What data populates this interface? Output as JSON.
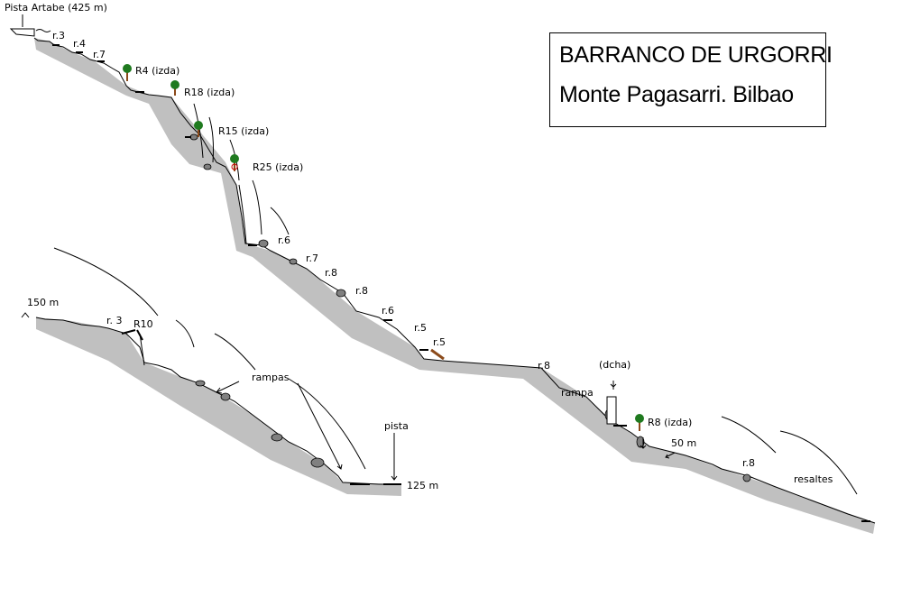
{
  "title": {
    "line1": "BARRANCO DE URGORRI",
    "line2": "Monte Pagasarri. Bilbao"
  },
  "colors": {
    "terrain": "#c0c0c0",
    "line": "#000000",
    "tree_canopy": "#1f7a1f",
    "trunk": "#8b4a1a"
  },
  "labels": {
    "start": "Pista Artabe  (425 m)",
    "r3a": "r.3",
    "r4": "r.4",
    "r7a": "r.7",
    "R4": "R4 (izda)",
    "R18": "R18 (izda)",
    "R15": "R15 (izda)",
    "R25": "R25 (izda)",
    "r6a": "r.6",
    "r7b": "r.7",
    "r8a": "r.8",
    "r8b": "r.8",
    "r6b": "r.6",
    "r5a": "r.5",
    "r5b": "r.5",
    "r8c": "r.8",
    "rampa": "rampa",
    "dcha": "(dcha)",
    "R8": "R8 (izda)",
    "m50": "50 m",
    "r8d": "r.8",
    "resaltes": "resaltes",
    "m150": "150 m",
    "r3b": "r. 3",
    "R10": "R10",
    "rampas": "rampas",
    "pista": "pista",
    "m125": "125 m"
  },
  "trees": [
    "R4",
    "R18",
    "R15",
    "R25",
    "R8"
  ]
}
